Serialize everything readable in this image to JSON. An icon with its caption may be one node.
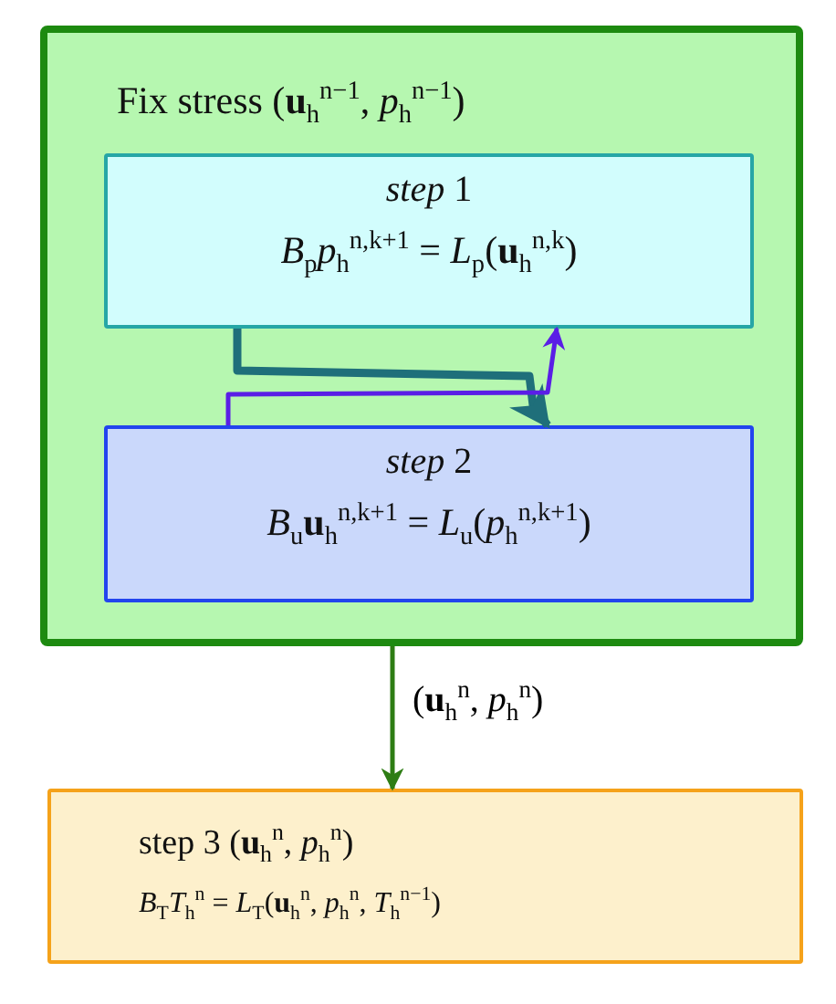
{
  "diagram": {
    "nodes": [
      {
        "text": [
          "Fix stress (**u**$_{h}$$^{n−1}$, *p*$_{h}$$^{n−1}$)"
        ]
      },
      {
        "text": [
          "*step* 1",
          "*B*$_{p}$*p*$_{h}$$^{n,k+1}$ = *L*$_{p}$(**u**$_{h}$$^{n,k}$)"
        ],
        "in": 0
      },
      {
        "text": [
          "*step* 2",
          "*B*$_{u}$**u**$_{h}$$^{n,k+1}$ = *L*$_{u}$(*p*$_{h}$$^{n,k+1}$)"
        ],
        "in": 0
      },
      {
        "text": [
          "step 3 (**u**$_{h}$$^{n}$, *p*$_{h}$$^{n}$)",
          "*B*$_{T}$*T*$_{h}$$^{n}$ = *L*$_{T}$(**u**$_{h}$$^{n}$, *p*$_{h}$$^{n}$, *T*$_{h}$$^{n−1}$)"
        ]
      }
    ],
    "edges": [
      {
        "from": 0,
        "to": 3,
        "arrow": "to",
        "label": "(**u**$_{h}$$^{n}$, *p*$_{h}$$^{n}$)",
        "color": "#2e7d14"
      },
      {
        "from": 1,
        "to": 2,
        "arrow": "to",
        "style": "thick",
        "color": "#1f6f7a"
      },
      {
        "from": 2,
        "to": 1,
        "arrow": "to",
        "color": "#5a1ee6"
      }
    ]
  }
}
